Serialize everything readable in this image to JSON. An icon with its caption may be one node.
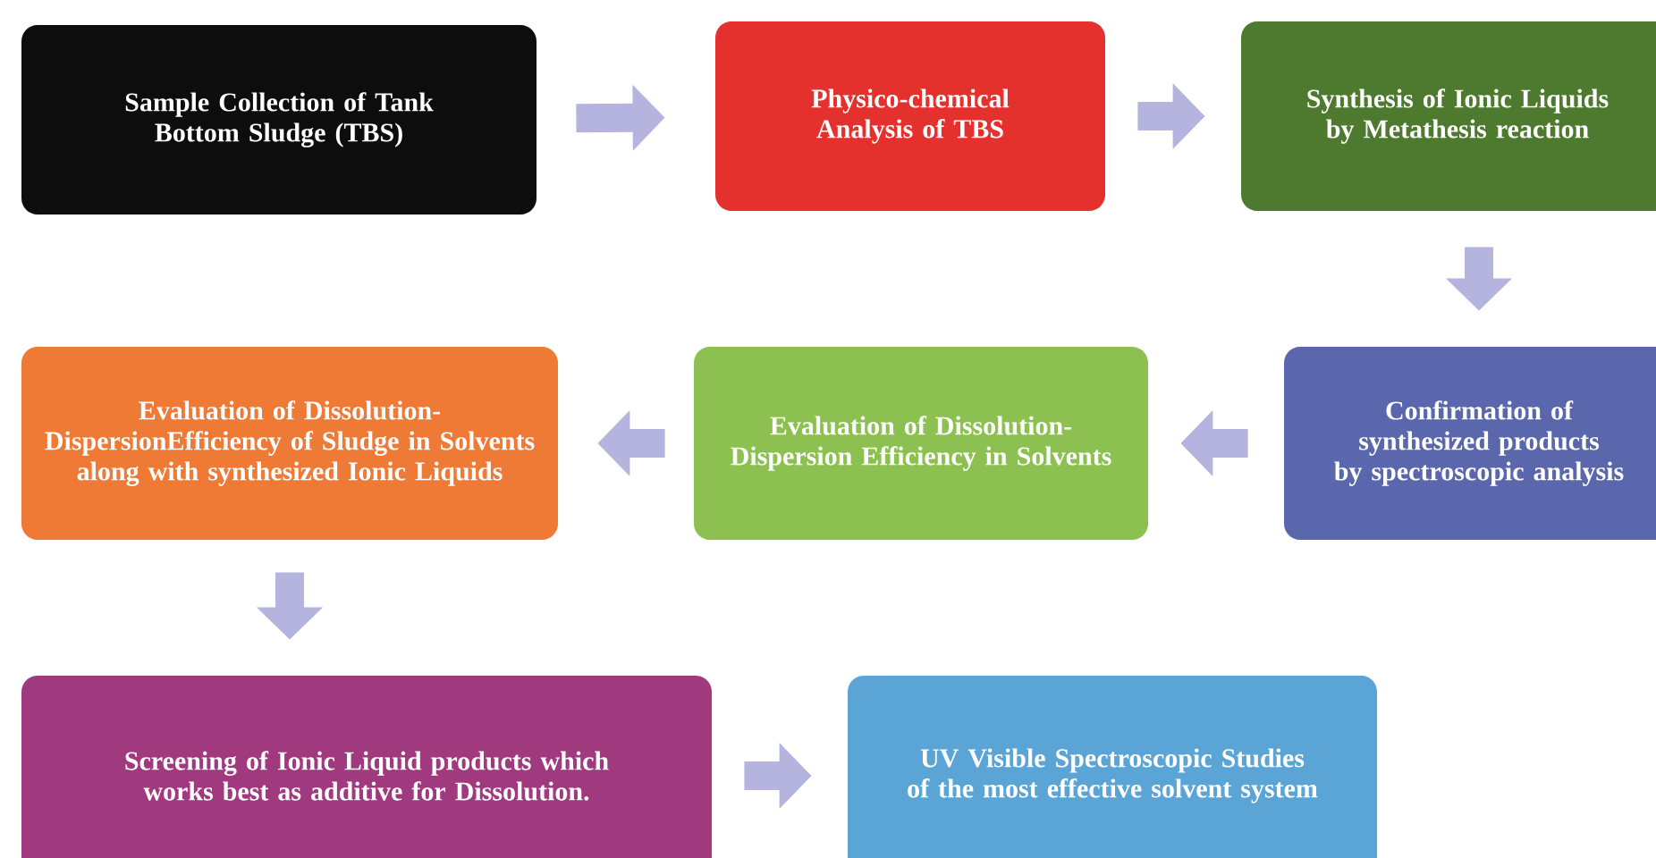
{
  "diagram": {
    "nodes": [
      {
        "text": [
          "Sample Collection of Tank Bottom Sludge (TBS)"
        ]
      },
      {
        "text": [
          "Physico-chemical Analysis of TBS"
        ]
      },
      {
        "text": [
          "Synthesis of Ionic Liquids by Metathesis reaction"
        ]
      },
      {
        "text": [
          "Confirmation of synthesized products by spectroscopic analysis"
        ]
      },
      {
        "text": [
          "Evaluation of Dissolution-Dispersion Efficiency in Solvents"
        ]
      },
      {
        "text": [
          "Evaluation of Dissolution-DispersionEfficiency of Sludge in Solvents along with synthesized Ionic Liquids"
        ]
      },
      {
        "text": [
          "Screening of Ionic Liquid products which works best as additive for Dissolution."
        ]
      },
      {
        "text": [
          "UV Visible Spectroscopic Studies of the most effective solvent system"
        ]
      }
    ],
    "edges": [
      {
        "from": 0,
        "to": 1,
        "arrow": "to"
      },
      {
        "from": 1,
        "to": 2,
        "arrow": "to"
      },
      {
        "from": 2,
        "to": 3,
        "arrow": "to"
      },
      {
        "from": 3,
        "to": 4,
        "arrow": "to"
      },
      {
        "from": 4,
        "to": 5,
        "arrow": "to"
      },
      {
        "from": 5,
        "to": 6,
        "arrow": "to"
      },
      {
        "from": 6,
        "to": 7,
        "arrow": "to"
      }
    ]
  }
}
